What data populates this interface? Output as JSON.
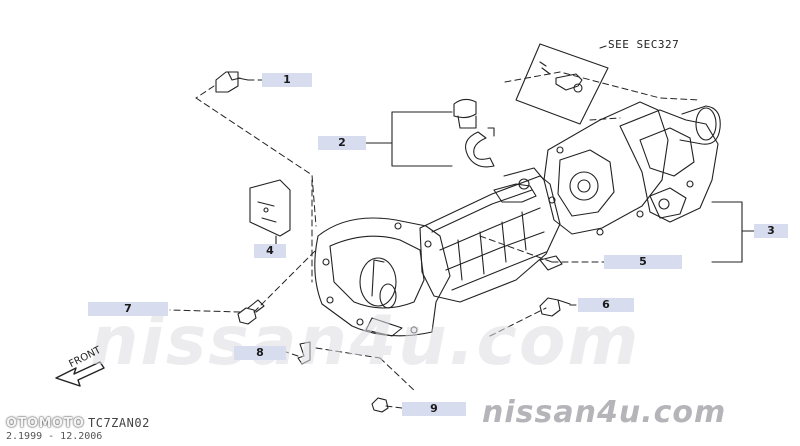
{
  "callouts": [
    {
      "label": "1"
    },
    {
      "label": "2"
    },
    {
      "label": "3"
    },
    {
      "label": "4"
    },
    {
      "label": "5"
    },
    {
      "label": "6"
    },
    {
      "label": "7"
    },
    {
      "label": "8"
    },
    {
      "label": "9"
    }
  ],
  "reference": "SEE SEC327",
  "direction_label": "FRONT",
  "watermark": "nissan4u.com",
  "brand": "nissan4u.com",
  "otomoto": "OTOMOTO",
  "code": "TC7ZAN02",
  "dates": "2.1999 - 12.2006",
  "colors": {
    "callout_bg": "#d7dcef",
    "line": "#222222",
    "watermark": "#dcdce1"
  }
}
